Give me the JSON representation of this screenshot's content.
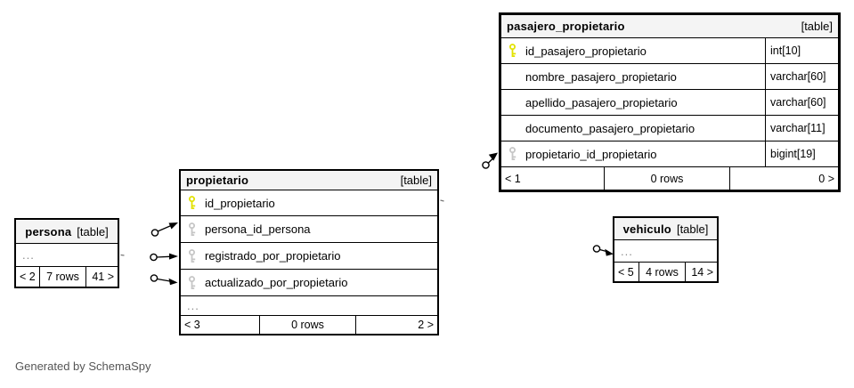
{
  "app": {
    "generated_by": "Generated by SchemaSpy"
  },
  "colors": {
    "border": "#000000",
    "header_bg": "#f4f4f4",
    "primary_key": "#e2e200",
    "foreign_key": "#c6c6c6",
    "ellipsis_text": "#8a8a8a"
  },
  "tables": {
    "pasajero_propietario": {
      "name": "pasajero_propietario",
      "tag": "[table]",
      "columns": [
        {
          "name": "id_pasajero_propietario",
          "type": "int[10]",
          "key": "primary",
          "icon": "primary-key-icon"
        },
        {
          "name": "nombre_pasajero_propietario",
          "type": "varchar[60]",
          "key": "none"
        },
        {
          "name": "apellido_pasajero_propietario",
          "type": "varchar[60]",
          "key": "none"
        },
        {
          "name": "documento_pasajero_propietario",
          "type": "varchar[11]",
          "key": "none"
        },
        {
          "name": "propietario_id_propietario",
          "type": "bigint[19]",
          "key": "foreign",
          "icon": "foreign-key-icon"
        }
      ],
      "footer": {
        "parents": "< 1",
        "rows": "0 rows",
        "children": "0 >"
      }
    },
    "propietario": {
      "name": "propietario",
      "tag": "[table]",
      "columns": [
        {
          "name": "id_propietario",
          "key": "primary",
          "icon": "primary-key-icon"
        },
        {
          "name": "persona_id_persona",
          "key": "foreign",
          "icon": "foreign-key-icon"
        },
        {
          "name": "registrado_por_propietario",
          "key": "foreign",
          "icon": "foreign-key-icon"
        },
        {
          "name": "actualizado_por_propietario",
          "key": "foreign",
          "icon": "foreign-key-icon"
        }
      ],
      "ellipsis": "...",
      "footer": {
        "parents": "< 3",
        "rows": "0 rows",
        "children": "2 >"
      }
    },
    "persona": {
      "name": "persona",
      "tag": "[table]",
      "ellipsis": "...",
      "footer": {
        "parents": "< 2",
        "rows": "7 rows",
        "children": "41 >"
      }
    },
    "vehiculo": {
      "name": "vehiculo",
      "tag": "[table]",
      "ellipsis": "...",
      "footer": {
        "parents": "< 5",
        "rows": "4 rows",
        "children": "14 >"
      }
    }
  }
}
